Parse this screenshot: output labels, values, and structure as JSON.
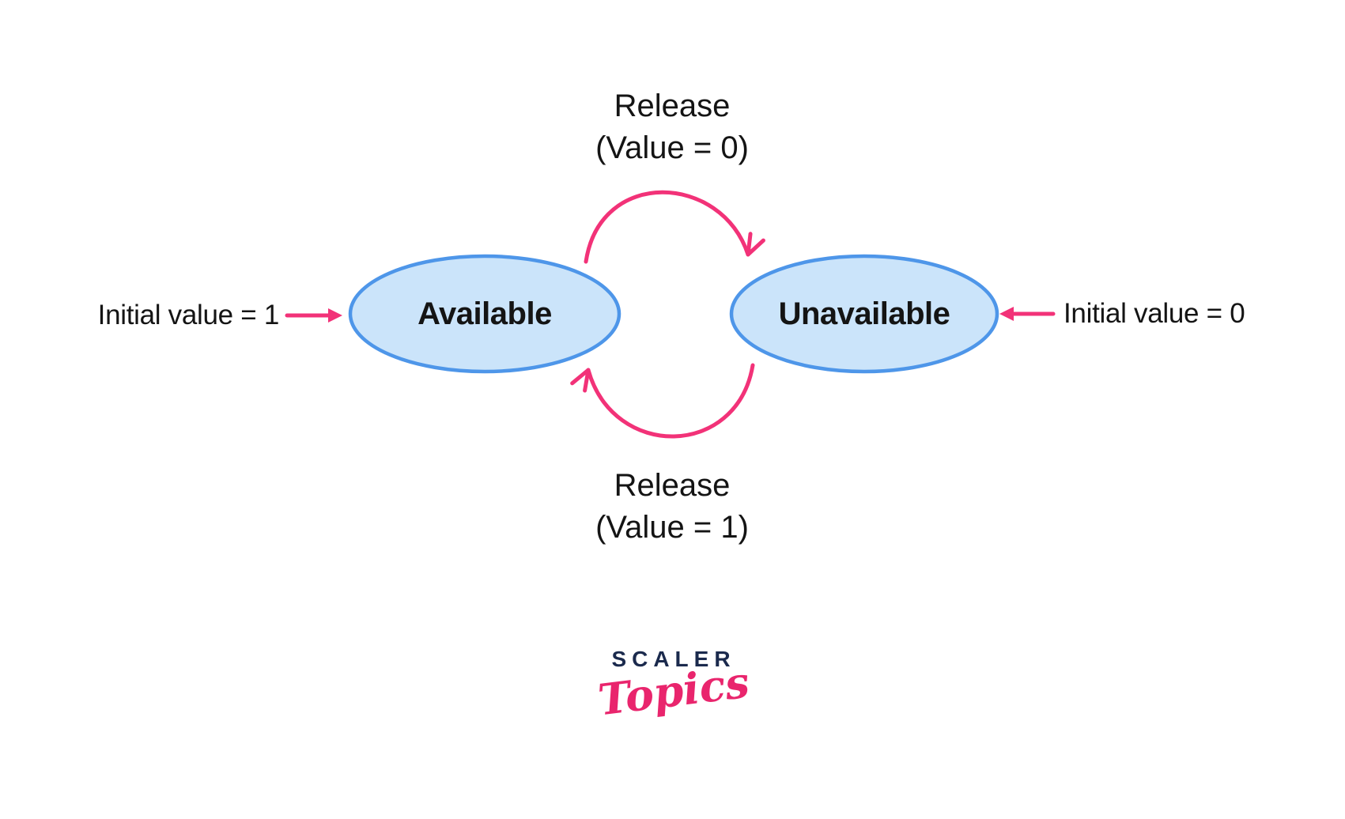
{
  "diagram": {
    "states": [
      {
        "label": "Available",
        "annotation": "Initial value = 1"
      },
      {
        "label": "Unavailable",
        "annotation": "Initial value = 0"
      }
    ],
    "transitions": [
      {
        "from": "Available",
        "to": "Unavailable",
        "line1": "Release",
        "line2": "(Value = 0)"
      },
      {
        "from": "Unavailable",
        "to": "Available",
        "line1": "Release",
        "line2": "(Value = 1)"
      }
    ]
  },
  "logo": {
    "brand": "SCALER",
    "script": "Topics"
  },
  "colors": {
    "node_fill": "#CBE4FA",
    "node_border": "#4E96E9",
    "arrow_pink": "#F23278",
    "logo_navy": "#1B2A4D",
    "logo_pink": "#E9256D",
    "text_dark": "#141414",
    "background": "#FFFFFF"
  }
}
